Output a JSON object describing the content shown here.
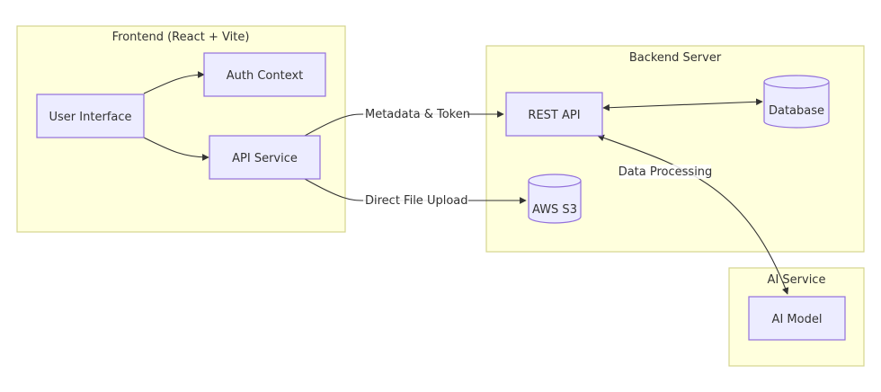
{
  "groups": {
    "frontend": "Frontend (React + Vite)",
    "backend": "Backend Server",
    "ai": "AI Service"
  },
  "nodes": {
    "user_interface": "User Interface",
    "auth_context": "Auth Context",
    "api_service": "API Service",
    "rest_api": "REST API",
    "database": "Database",
    "aws_s3": "AWS S3",
    "ai_model": "AI Model"
  },
  "edges": {
    "metadata_token": "Metadata & Token",
    "direct_upload": "Direct File Upload",
    "data_processing": "Data Processing"
  },
  "colors": {
    "group_fill": "#ffffdd",
    "group_stroke": "#d4d48f",
    "node_fill": "#ececff",
    "node_stroke": "#9370db",
    "edge": "#333333"
  }
}
